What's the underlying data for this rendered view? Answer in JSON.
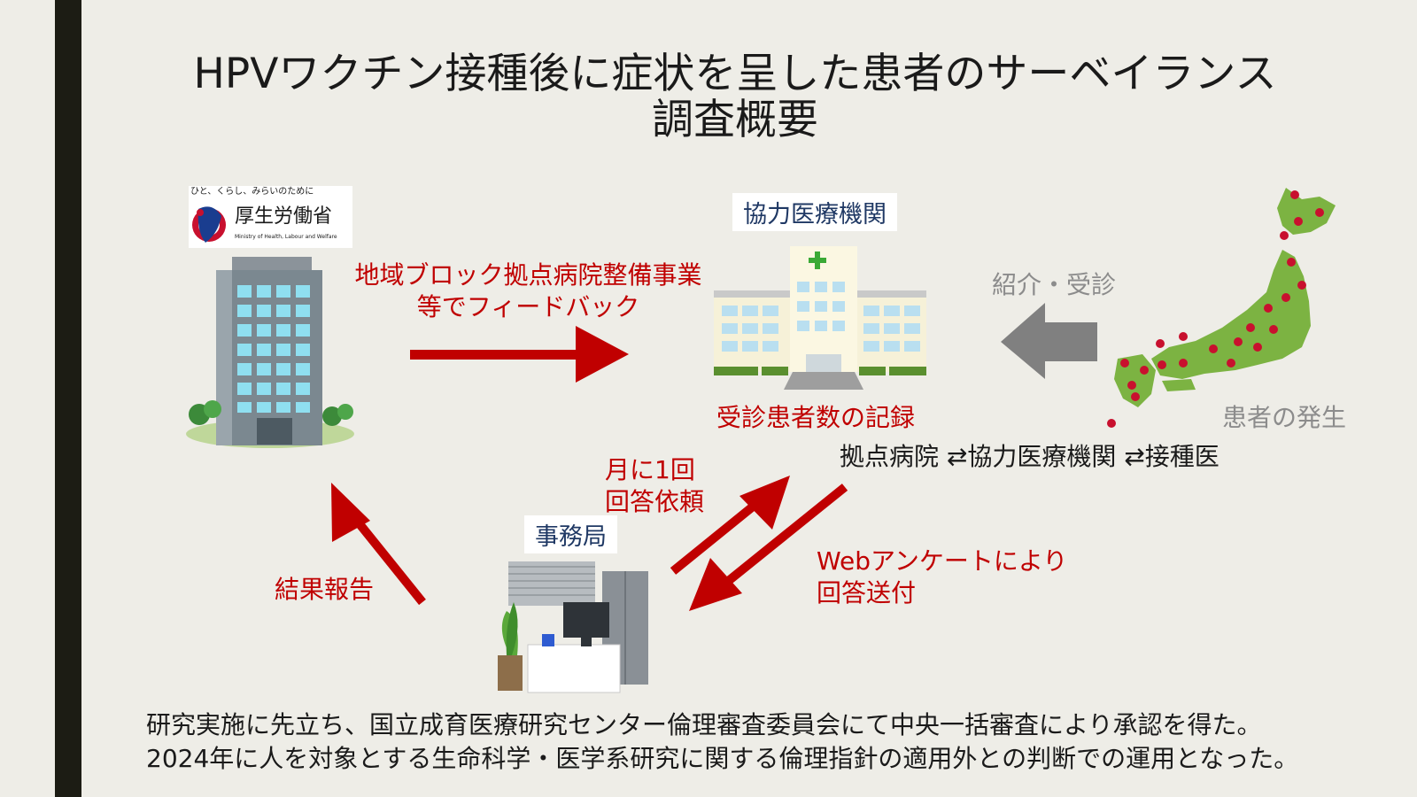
{
  "title": {
    "line1": "HPVワクチン接種後に症状を呈した患者のサーベイランス",
    "line2": "調査概要"
  },
  "mhlw_logo": {
    "tagline": "ひと、くらし、みらいのために",
    "name": "厚生労働省",
    "english": "Ministry of Health, Labour and Welfare"
  },
  "labels": {
    "feedback_line1": "地域ブロック拠点病院整備事業",
    "feedback_line2": "等でフィードバック",
    "coop_institution": "協力医療機関",
    "referral": "紹介・受診",
    "record": "受診患者数の記録",
    "patient_occurrence": "患者の発生",
    "network": "拠点病院 ⇄協力医療機関 ⇄接種医",
    "monthly_line1": "月に1回",
    "monthly_line2": "回答依頼",
    "secretariat": "事務局",
    "web_line1": "Webアンケートにより",
    "web_line2": "回答送付",
    "result_report": "結果報告"
  },
  "footer": {
    "line1": "研究実施に先立ち、国立成育医療研究センター倫理審査委員会にて中央一括審査により承認を得た。",
    "line2": "2024年に人を対象とする生命科学・医学系研究に関する倫理指針の適用外との判断での運用となった。"
  },
  "colors": {
    "red_arrow": "#c00000",
    "gray_arrow": "#808080",
    "accent_text_red": "#c00000",
    "label_blue": "#1f3864"
  }
}
